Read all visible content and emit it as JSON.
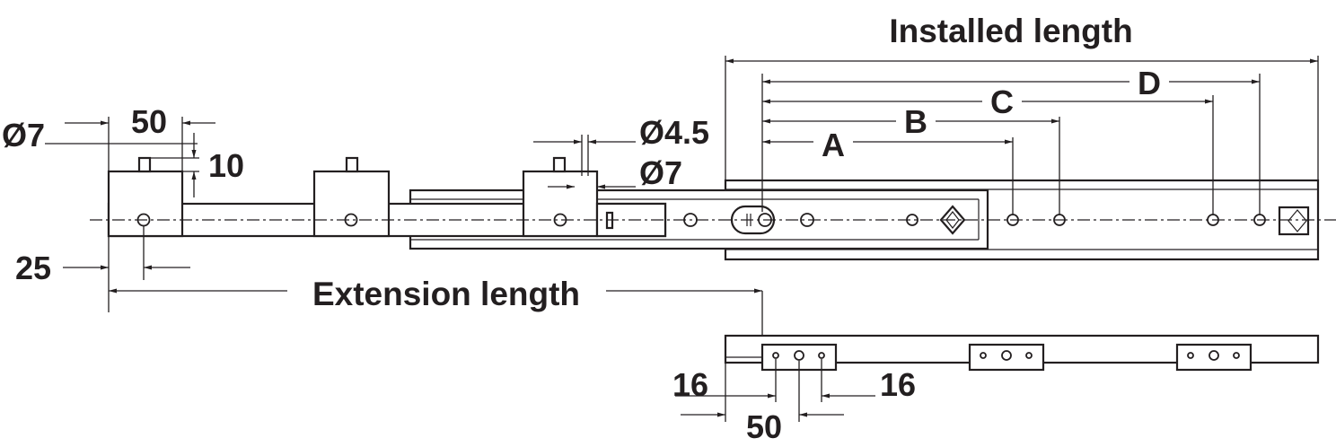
{
  "labels": {
    "installed_length": "Installed length",
    "extension_length": "Extension length",
    "dia_7_left": "Ø7",
    "dia_4_5": "Ø4.5",
    "dia_7_mid": "Ø7",
    "dim_50_top": "50",
    "dim_10": "10",
    "dim_25": "25",
    "dim_a": "A",
    "dim_b": "B",
    "dim_c": "C",
    "dim_d": "D",
    "dim_16_left": "16",
    "dim_16_right": "16",
    "dim_50_bottom": "50"
  },
  "colors": {
    "ink": "#231f20",
    "paper": "#ffffff"
  }
}
